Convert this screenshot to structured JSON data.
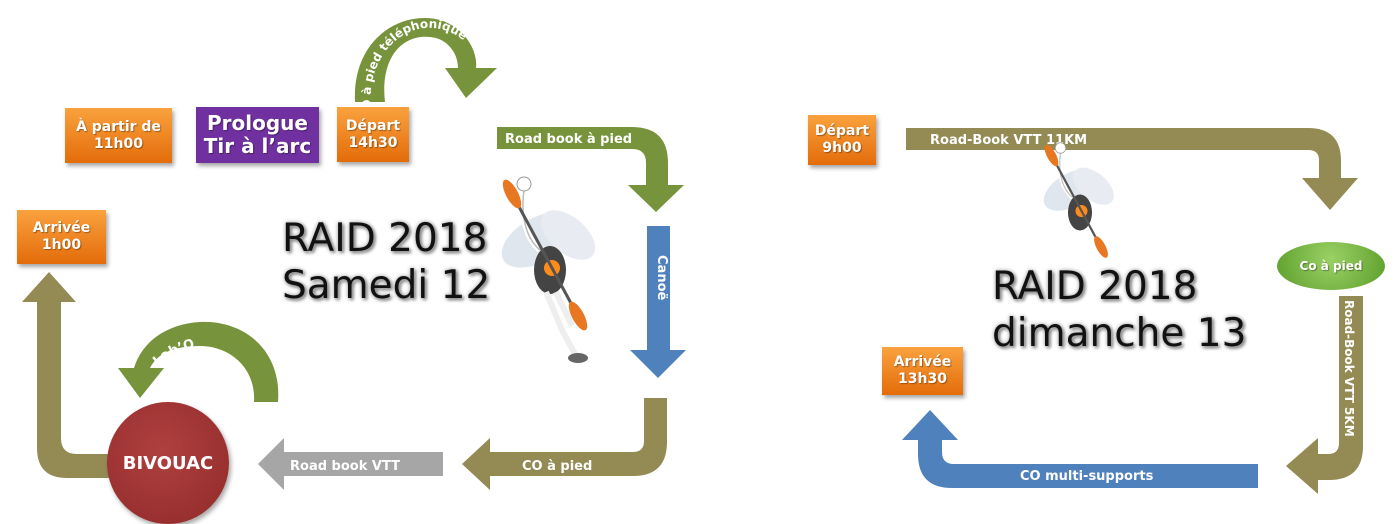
{
  "saturday": {
    "title_line1": "RAID 2018",
    "title_line2": "Samedi 12",
    "start_box": {
      "line1": "À partir de",
      "line2": "11h00"
    },
    "prologue": {
      "line1": "Prologue",
      "line2": "Tir à l’arc"
    },
    "depart": {
      "line1": "Départ",
      "line2": "14h30"
    },
    "arrivee": {
      "line1": "Arrivée",
      "line2": "1h00"
    },
    "bivouac": "BIVOUAC",
    "arrows": {
      "co_telephonique": "CO à pied téléphonique",
      "road_book_pied": "Road book à pied",
      "canoe": "Canoë",
      "co_pied": "CO à pied",
      "road_book_vtt": "Road book VTT",
      "lab_o": "Lab’O"
    }
  },
  "sunday": {
    "title_line1": "RAID 2018",
    "title_line2": "dimanche 13",
    "depart": {
      "line1": "Départ",
      "line2": "9h00"
    },
    "arrivee": {
      "line1": "Arrivée",
      "line2": "13h30"
    },
    "co_pied_node": "Co à pied",
    "arrows": {
      "road_book_11km": "Road-Book VTT     11KM",
      "road_book_5km": "Road-Book VTT     5KM",
      "co_multi": "CO multi-supports"
    }
  },
  "colors": {
    "olive": "#948a54",
    "green": "#77933c",
    "blue": "#4f81bd",
    "gray": "#a6a6a6",
    "orange": "#f79646",
    "purple": "#7030a0",
    "bivouac_red": "#953735"
  },
  "icons": {
    "mascot": "ostrich-kayaker-mascot-icon"
  }
}
